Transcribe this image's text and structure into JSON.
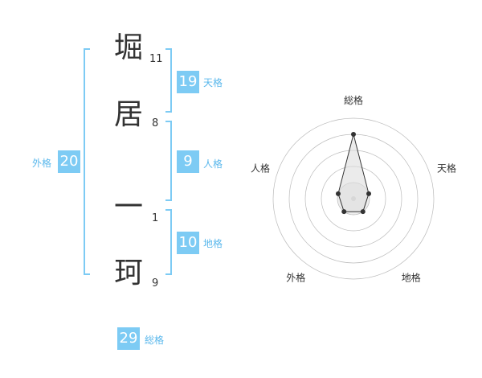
{
  "name": {
    "characters": [
      {
        "char": "堀",
        "strokes": "11"
      },
      {
        "char": "居",
        "strokes": "8"
      },
      {
        "char": "一",
        "strokes": "1"
      },
      {
        "char": "珂",
        "strokes": "9"
      }
    ]
  },
  "fortunes": {
    "tenkaku": {
      "value": "19",
      "label": "天格"
    },
    "jinkaku": {
      "value": "9",
      "label": "人格"
    },
    "chikaku": {
      "value": "10",
      "label": "地格"
    },
    "gaikaku": {
      "value": "20",
      "label": "外格"
    },
    "soukaku": {
      "value": "29",
      "label": "総格"
    }
  },
  "colors": {
    "accent": "#7dcbf4",
    "accent_text": "#5bb8ec"
  },
  "chart_data": {
    "type": "radar",
    "axes": [
      "総格",
      "天格",
      "地格",
      "外格",
      "人格"
    ],
    "values": [
      4,
      1,
      1,
      1,
      1
    ],
    "rmax": 5
  }
}
